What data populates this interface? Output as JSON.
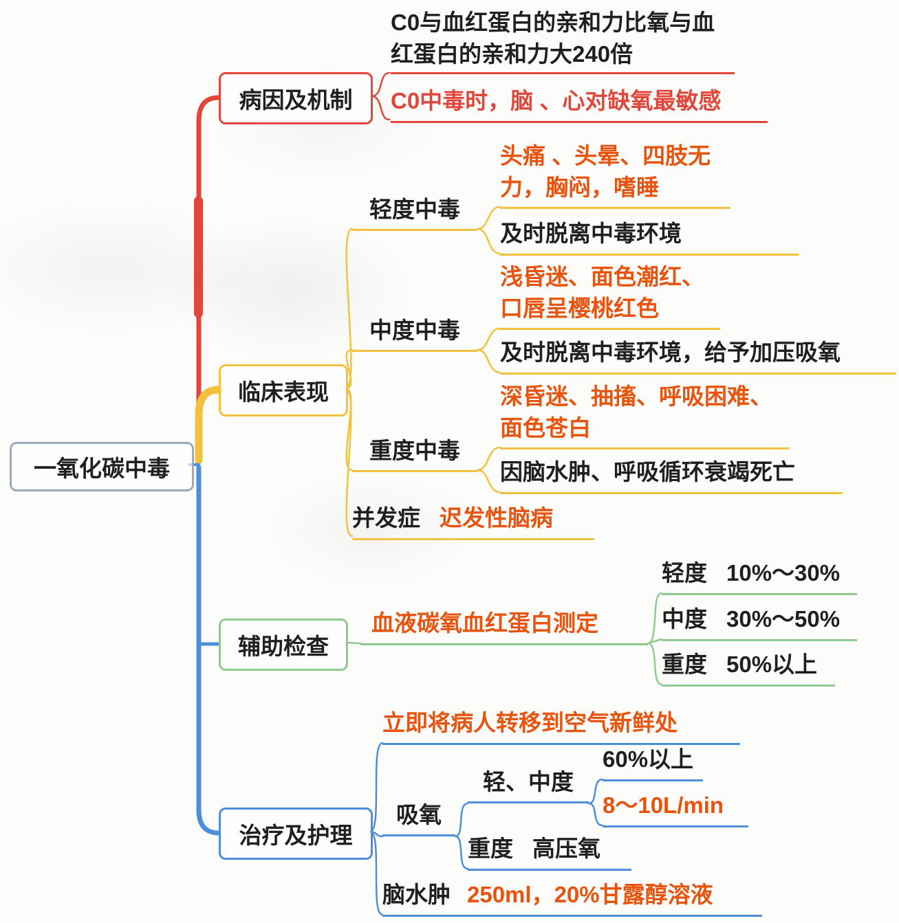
{
  "colors": {
    "branch_red": "#e0473a",
    "branch_yellow": "#f2c23e",
    "branch_green": "#8fcb8f",
    "branch_blue": "#4d8ed8",
    "highlight_orange": "#e8530e",
    "root_border": "#9aaabf",
    "text_black": "#1f1f1f"
  },
  "root": {
    "label": "一氧化碳中毒"
  },
  "etiology": {
    "label": "病因及机制",
    "fact": "C0与血红蛋白的亲和力比氧与血红蛋白的亲和力大240倍",
    "sensitivity": "C0中毒时，脑 、心对缺氧最敏感"
  },
  "clinical": {
    "label": "临床表现",
    "mild": {
      "label": "轻度中毒",
      "symptoms": "头痛 、头晕、四肢无力，胸闷，嗜睡",
      "action": "及时脱离中毒环境"
    },
    "moderate": {
      "label": "中度中毒",
      "symptoms": "浅昏迷、面色潮红、口唇呈樱桃红色",
      "action": "及时脱离中毒环境，给予加压吸氧"
    },
    "severe": {
      "label": "重度中毒",
      "symptoms": "深昏迷、抽搐、呼吸困难、面色苍白",
      "outcome": "因脑水肿、呼吸循环衰竭死亡"
    },
    "complication": {
      "label": "并发症",
      "value": "迟发性脑病"
    }
  },
  "examination": {
    "label": "辅助检查",
    "test": "血液碳氧血红蛋白测定",
    "levels": [
      {
        "label": "轻度",
        "value": "10%～30%"
      },
      {
        "label": "中度",
        "value": "30%～50%"
      },
      {
        "label": "重度",
        "value": "50%以上"
      }
    ]
  },
  "treatment": {
    "label": "治疗及护理",
    "transfer": "立即将病人转移到空气新鲜处",
    "oxygen": {
      "label": "吸氧",
      "mild_moderate": {
        "label": "轻、中度",
        "concentration": "60%以上",
        "flow": "8～10L/min"
      },
      "severe": {
        "label": "重度",
        "value": "高压氧"
      }
    },
    "edema": {
      "label": "脑水肿",
      "value": "250ml，20%甘露醇溶液"
    }
  }
}
